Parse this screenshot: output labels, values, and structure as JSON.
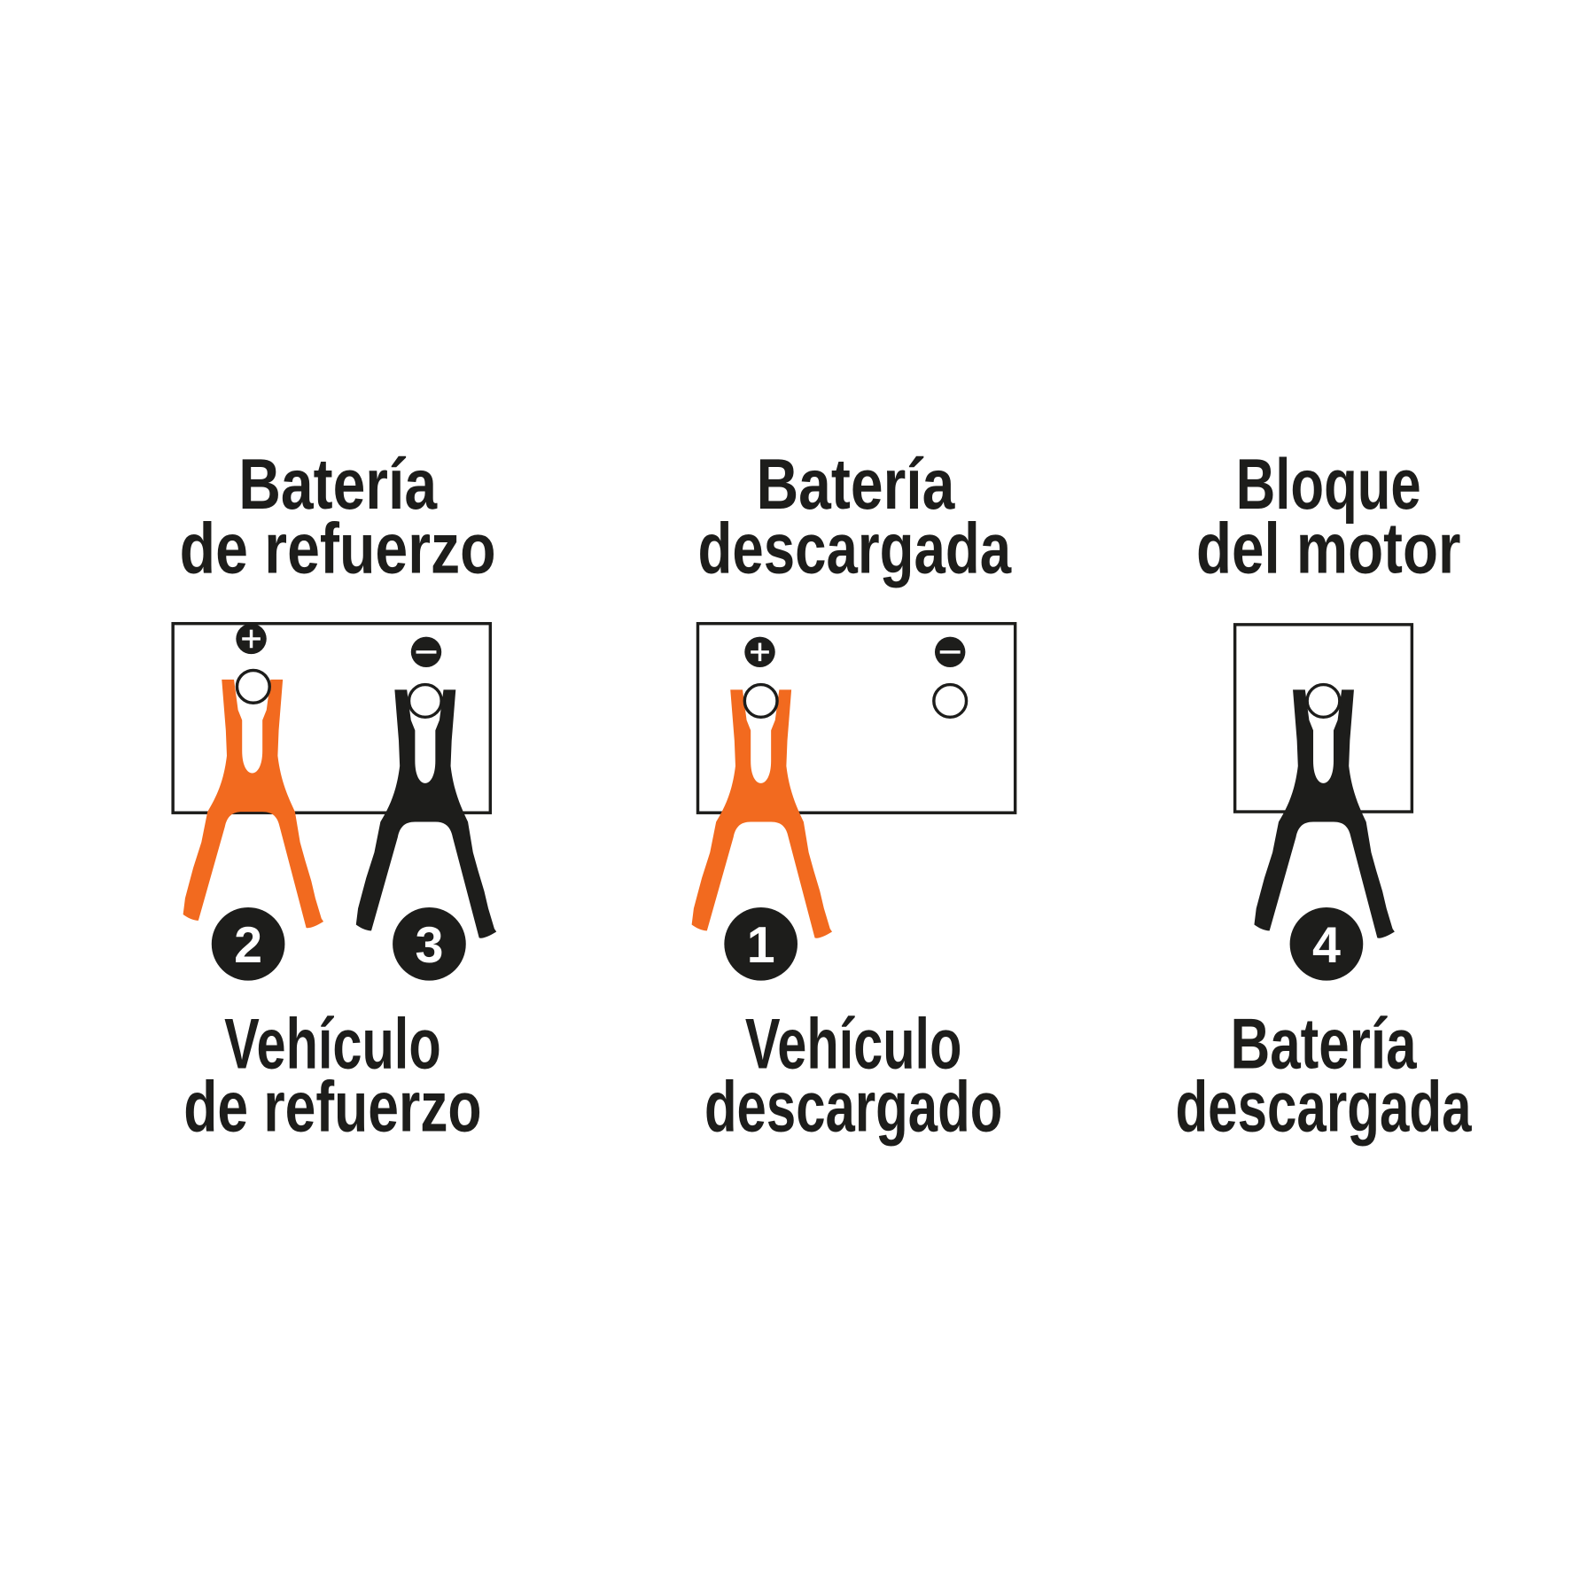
{
  "colors": {
    "positive_clamp": "#f26a1f",
    "negative_clamp": "#1d1d1b",
    "outline": "#1d1d1b"
  },
  "panels": [
    {
      "title": [
        "Batería",
        "de refuerzo"
      ],
      "caption": [
        "Vehículo",
        "de refuerzo"
      ],
      "steps": [
        "2",
        "3"
      ]
    },
    {
      "title": [
        "Batería",
        "descargada"
      ],
      "caption": [
        "Vehículo",
        "descargado"
      ],
      "steps": [
        "1"
      ]
    },
    {
      "title": [
        "Bloque",
        "del motor"
      ],
      "caption": [
        "Batería",
        "descargada"
      ],
      "steps": [
        "4"
      ]
    }
  ],
  "terminal_icons": {
    "positive": "plus-icon",
    "negative": "minus-icon"
  }
}
